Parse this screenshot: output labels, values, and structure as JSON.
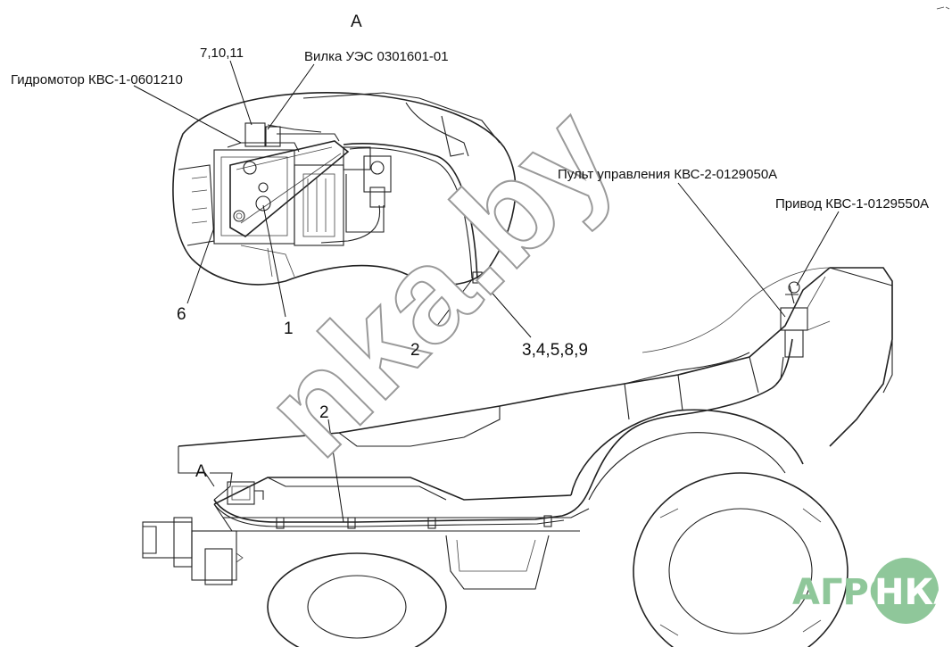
{
  "view_label": "А",
  "view_marker": "А",
  "labels": {
    "parts_7_10_11": "7,10,11",
    "fork": "Вилка УЭС 0301601-01",
    "hydromotor": "Гидромотор КВС-1-0601210",
    "control_panel": "Пульт управления КВС-2-0129050А",
    "drive": "Привод КВС-1-0129550А",
    "part_6": "6",
    "part_1": "1",
    "part_2_upper": "2",
    "parts_3_4_5_8_9": "3,4,5,8,9",
    "part_2_lower": "2"
  },
  "watermark": "nka.by",
  "logo": {
    "left": "АГРО",
    "right": "НКА",
    "color": "#8fc79a"
  }
}
